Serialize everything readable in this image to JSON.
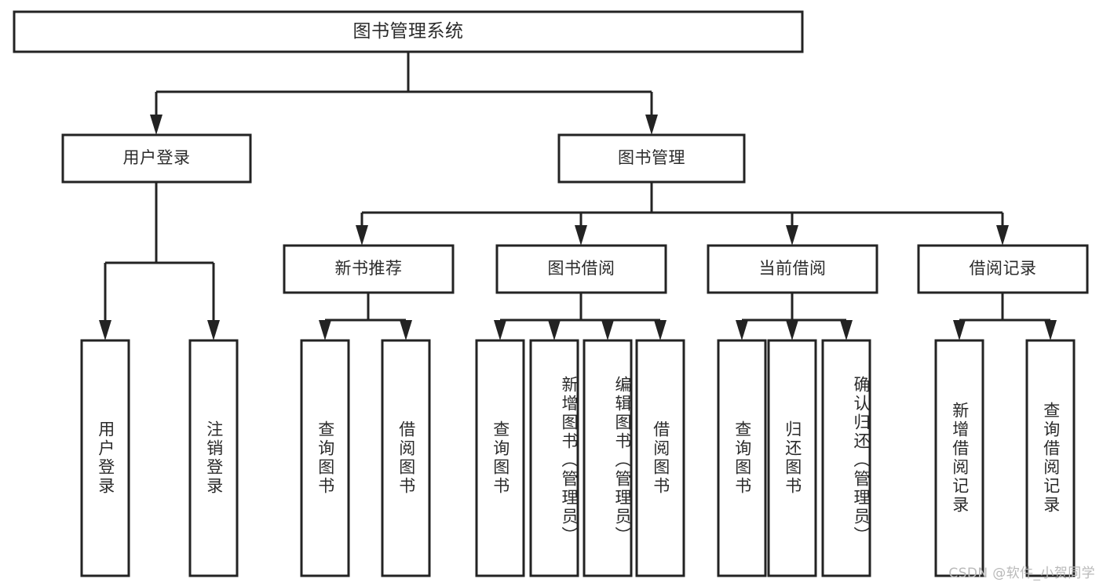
{
  "diagram": {
    "title": "图书管理系统",
    "watermark": "CSDN @软件_小贺同学",
    "levels": {
      "root": {
        "label": "图书管理系统"
      },
      "level2": [
        {
          "label": "用户登录"
        },
        {
          "label": "图书管理"
        }
      ],
      "level3": [
        {
          "label": "新书推荐"
        },
        {
          "label": "图书借阅"
        },
        {
          "label": "当前借阅"
        },
        {
          "label": "借阅记录"
        }
      ],
      "leaves": {
        "user_login": [
          {
            "label": "用户登录"
          },
          {
            "label": "注销登录"
          }
        ],
        "new_book_recommend": [
          {
            "label": "查询图书"
          },
          {
            "label": "借阅图书"
          }
        ],
        "book_borrow": [
          {
            "label": "查询图书"
          },
          {
            "label": "新增图书（管理员）"
          },
          {
            "label": "编辑图书（管理员）"
          },
          {
            "label": "借阅图书"
          }
        ],
        "current_borrow": [
          {
            "label": "查询图书"
          },
          {
            "label": "归还图书"
          },
          {
            "label": "确认归还（管理员）"
          }
        ],
        "borrow_record": [
          {
            "label": "新增借阅记录"
          },
          {
            "label": "查询借阅记录"
          }
        ]
      }
    },
    "colors": {
      "stroke": "#232323",
      "fill": "#ffffff",
      "text": "#2b2b2b",
      "watermark": "#b9b9b9"
    }
  }
}
